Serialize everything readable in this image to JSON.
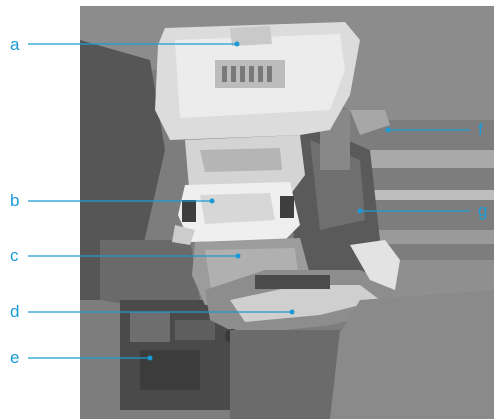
{
  "callouts": [
    {
      "letter": "a"
    },
    {
      "letter": "b"
    },
    {
      "letter": "c"
    },
    {
      "letter": "d"
    },
    {
      "letter": "e"
    },
    {
      "letter": "f"
    },
    {
      "letter": "g"
    }
  ],
  "colors": {
    "callout": "#1a9bd7",
    "metal_dark": "#5b5b5b",
    "metal_mid": "#8a8a8a",
    "metal_light": "#cfcfcf",
    "plastic_white": "#e9e9e9"
  }
}
